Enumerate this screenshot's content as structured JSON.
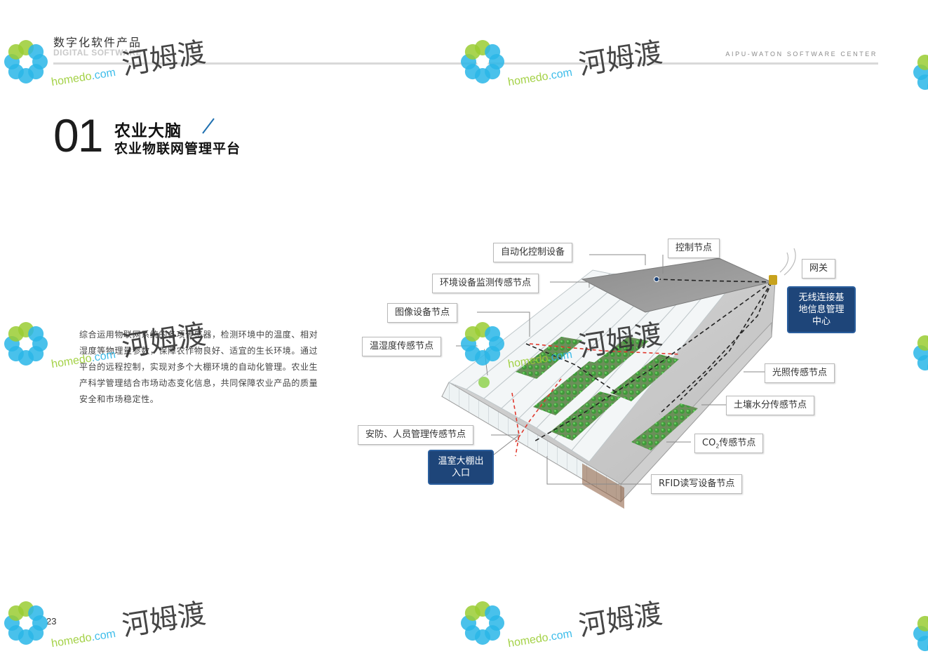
{
  "header": {
    "title_cn": "数字化软件产品",
    "title_en": "DIGITAL SOFTWARE",
    "center_name": "AIPU-WATON SOFTWARE CENTER"
  },
  "section": {
    "number": "01",
    "title": "农业大脑",
    "subtitle": "农业物联网管理平台"
  },
  "description": "综合运用物联网系统的各项传感器，检测环境中的温度、相对湿度等物理量参数，保障农作物良好、适宜的生长环境。通过平台的远程控制，实现对多个大棚环境的自动化管理。农业生产科学管理结合市场动态变化信息，共同保障农业产品的质量安全和市场稳定性。",
  "diagram": {
    "labels": {
      "auto_control": "自动化控制设备",
      "control_node": "控制节点",
      "gateway": "网关",
      "wireless_center": "无线连接基地信息管理中心",
      "env_monitor": "环境设备监测传感节点",
      "image_node": "图像设备节点",
      "temp_humidity": "温湿度传感节点",
      "light_sensor": "光照传感节点",
      "soil_moisture": "土壤水分传感节点",
      "security": "安防、人员管理传感节点",
      "co2_prefix": "CO",
      "co2_sub": "2",
      "co2_suffix": "传感节点",
      "entrance": "温室大棚出入口",
      "rfid": "RFID读写设备节点"
    }
  },
  "page_number": "23",
  "watermark": {
    "brand_left": "homedo",
    "brand_right": ".com",
    "brand_cn": "河姆渡",
    "colors": {
      "green": "#9acd32",
      "blue": "#29b6e8",
      "dark": "#333333"
    }
  },
  "colors": {
    "accent_blue": "#1e4579",
    "rule": "#d9d9d9",
    "red_line": "#e03a2f"
  }
}
